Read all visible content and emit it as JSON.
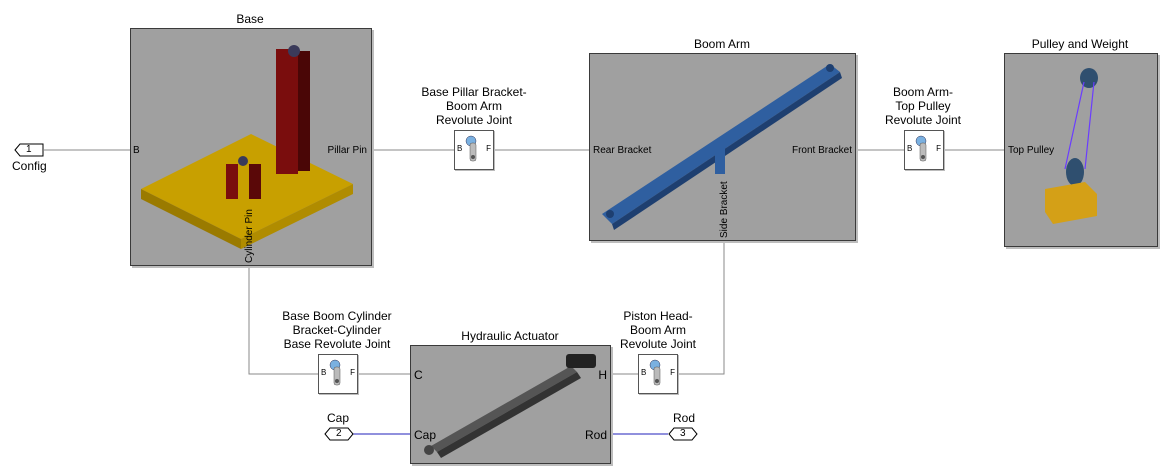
{
  "blocks": {
    "base": {
      "title": "Base",
      "ports": {
        "b": "B",
        "pillar_pin": "Pillar Pin",
        "cylinder_pin": "Cylinder Pin"
      }
    },
    "boom_arm": {
      "title": "Boom Arm",
      "ports": {
        "rear_bracket": "Rear Bracket",
        "front_bracket": "Front Bracket",
        "side_bracket": "Side Bracket"
      }
    },
    "pulley_weight": {
      "title": "Pulley and Weight",
      "ports": {
        "top_pulley": "Top Pulley"
      }
    },
    "hydraulic_actuator": {
      "title": "Hydraulic Actuator",
      "ports": {
        "c": "C",
        "h": "H",
        "cap": "Cap",
        "rod": "Rod"
      }
    }
  },
  "joints": {
    "base_pillar_boom": {
      "title": [
        "Base Pillar Bracket-",
        "Boom Arm",
        "Revolute Joint"
      ],
      "b": "B",
      "f": "F"
    },
    "boom_top_pulley": {
      "title": [
        "Boom Arm-",
        "Top Pulley",
        "Revolute Joint"
      ],
      "b": "B",
      "f": "F"
    },
    "base_boom_cylinder": {
      "title": [
        "Base Boom Cylinder",
        "Bracket-Cylinder",
        "Base Revolute Joint"
      ],
      "b": "B",
      "f": "F"
    },
    "piston_head_boom": {
      "title": [
        "Piston Head-",
        "Boom Arm",
        "Revolute Joint"
      ],
      "b": "B",
      "f": "F"
    }
  },
  "io_ports": {
    "config": {
      "number": "1",
      "label": "Config"
    },
    "cap": {
      "number": "2",
      "label": "Cap"
    },
    "rod": {
      "number": "3",
      "label": "Rod"
    }
  },
  "colors": {
    "wire": "#808080",
    "signal_wire": "#2222bb",
    "block_bg": "#a0a0a0",
    "base_plate": "#c8a000",
    "pillar": "#7a0d0d",
    "boom": "#2f5fa0",
    "weight": "#d4a017",
    "cable": "#6a3cff"
  }
}
